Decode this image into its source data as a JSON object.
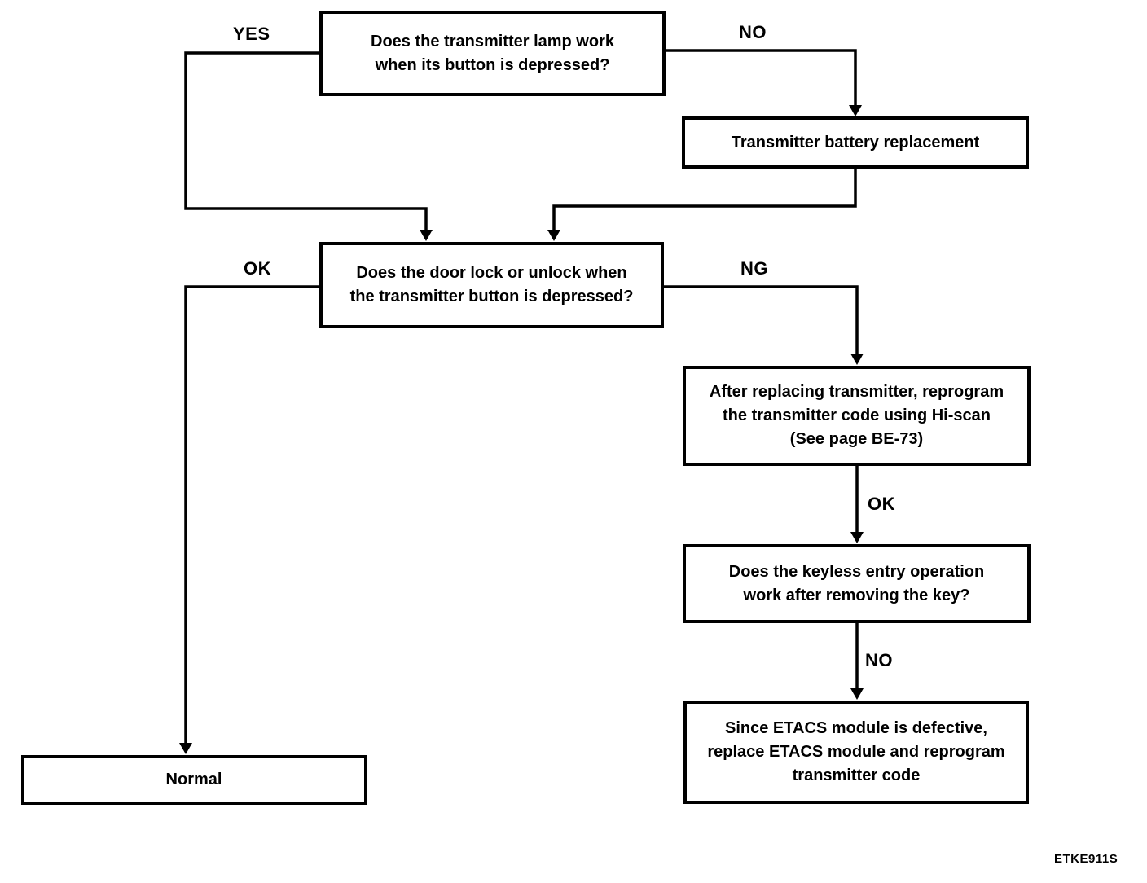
{
  "figure": {
    "code": "ETKE911S",
    "colors": {
      "ink": "#000000",
      "paper": "#ffffff"
    },
    "nodes": {
      "lamp_question": {
        "lines": [
          "Does the transmitter lamp work",
          "when its button is depressed?"
        ]
      },
      "battery_action": {
        "lines": [
          "Transmitter battery replacement"
        ]
      },
      "door_question": {
        "lines": [
          "Does the door lock or unlock when",
          "the transmitter button is depressed?"
        ]
      },
      "reprogram_action": {
        "lines": [
          "After replacing transmitter, reprogram",
          "the transmitter code using Hi-scan",
          "(See page BE-73)"
        ]
      },
      "keyless_question": {
        "lines": [
          "Does the keyless entry operation",
          "work after removing the key?"
        ]
      },
      "etacs_action": {
        "lines": [
          "Since ETACS module is defective,",
          "replace ETACS module and reprogram",
          "transmitter code"
        ]
      },
      "normal_result": {
        "lines": [
          "Normal"
        ]
      }
    },
    "edge_labels": {
      "yes_top": "YES",
      "no_top": "NO",
      "ok_left": "OK",
      "ng_right": "NG",
      "ok_mid": "OK",
      "no_mid": "NO"
    }
  }
}
